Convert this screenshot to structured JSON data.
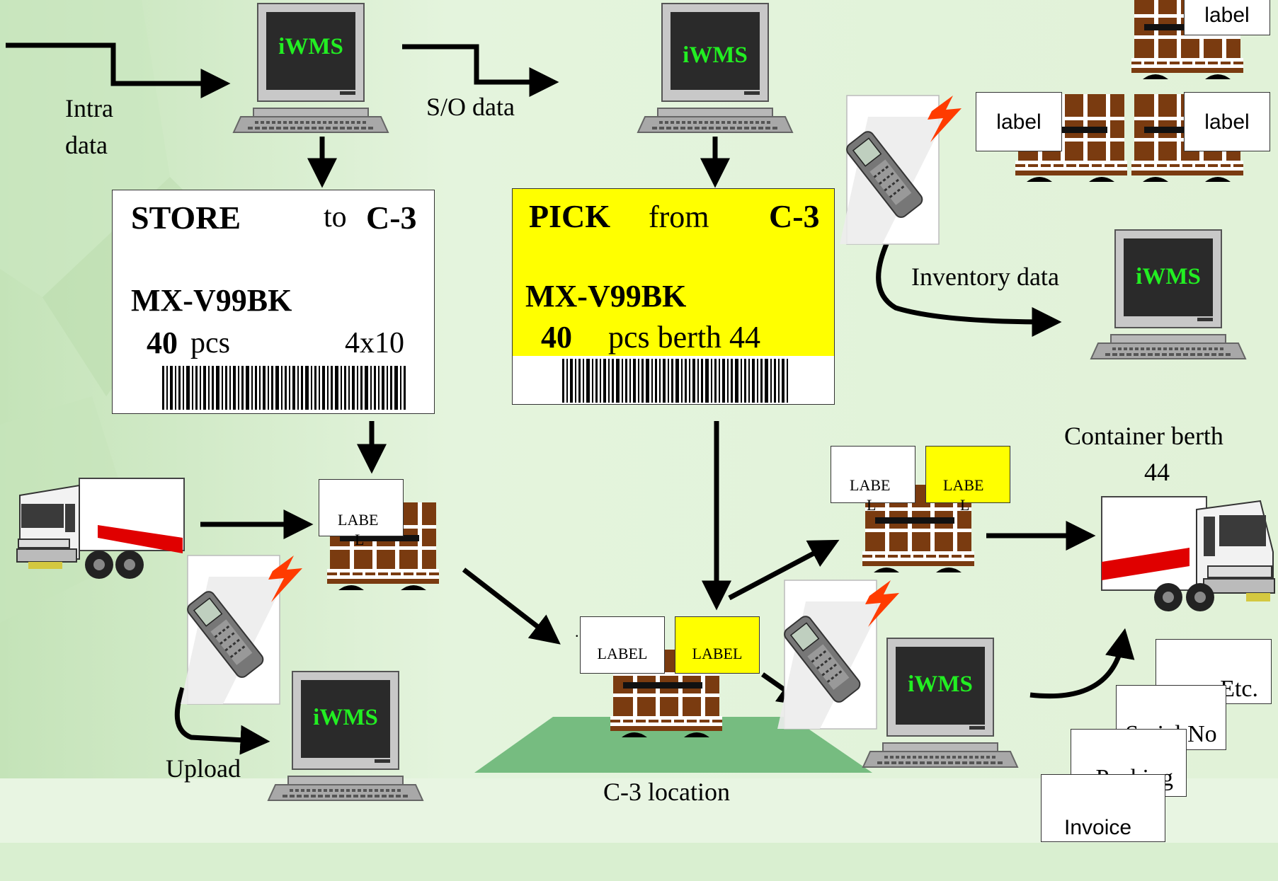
{
  "colors": {
    "background": "#d9efd0",
    "screen_text": "#22ee22",
    "pick_label": "#ffff00",
    "wood": "#7a3b10",
    "truck_stripe": "#e00000",
    "location_pad": "#76bc80"
  },
  "terminals": [
    "iWMS",
    "iWMS",
    "iWMS",
    "iWMS",
    "iWMS"
  ],
  "flow_labels": {
    "intra_line1": "Intra",
    "intra_line2": "data",
    "so_data": "S/O data",
    "inventory_data": "Inventory data",
    "upload": "Upload",
    "container_berth_line1": "Container berth",
    "container_berth_line2": "44",
    "c3_location": "C-3 location"
  },
  "store_label": {
    "action": "STORE",
    "to": "to",
    "location": "C-3",
    "item": "MX-V99BK",
    "qty": "40",
    "unit": "pcs",
    "layout": "4x10"
  },
  "pick_label": {
    "action": "PICK",
    "from": "from",
    "location": "C-3",
    "item": "MX-V99BK",
    "qty": "40",
    "unit_berth": "pcs berth 44"
  },
  "pallet_labels": {
    "top_right": "label",
    "right_left": "label",
    "right_right": "label",
    "inbound_line1": "LABE",
    "inbound_line2": "L",
    "outbound_white_line1": "LABE",
    "outbound_white_line2": "L",
    "outbound_yellow_line1": "LABE",
    "outbound_yellow_line2": "L",
    "location_white": "LABEL",
    "location_yellow": "LABEL",
    "location_dot": "."
  },
  "documents": [
    "Etc.",
    "Serial No",
    "Packing",
    "Invoice"
  ]
}
